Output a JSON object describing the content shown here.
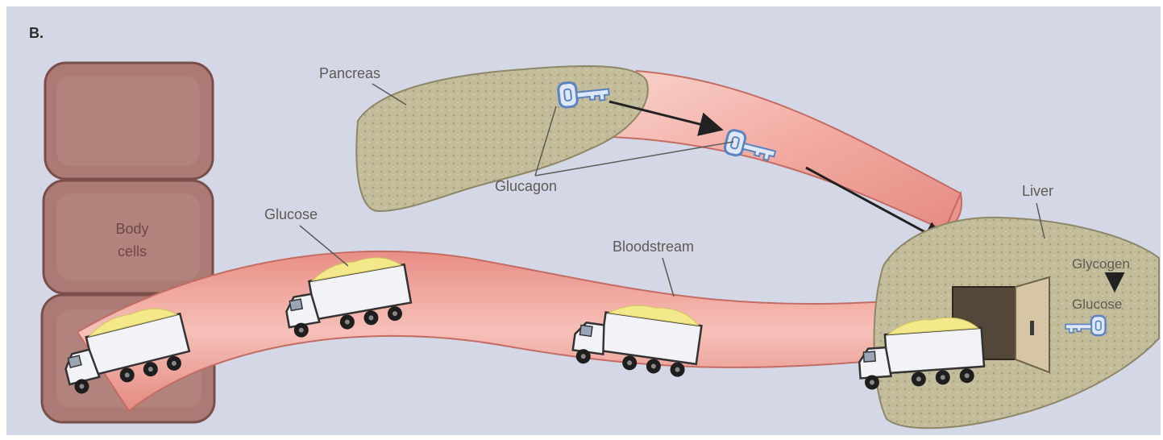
{
  "panel_label": "B.",
  "labels": {
    "pancreas": "Pancreas",
    "glucagon": "Glucagon",
    "liver": "Liver",
    "body_cells_line1": "Body",
    "body_cells_line2": "cells",
    "glucose": "Glucose",
    "bloodstream": "Bloodstream",
    "glycogen": "Glycogen",
    "liver_glucose": "Glucose"
  },
  "colors": {
    "background": "#d4d8e6",
    "cell_fill": "#ab7a74",
    "vessel": "#f1a9a0",
    "organ": "#c2bc9a",
    "key": "#7ba0d6",
    "truck_body": "#f2f3f6",
    "glucose_load": "#f3e88a",
    "door_dark": "#53473a",
    "door_panel": "#d6c6a6"
  }
}
